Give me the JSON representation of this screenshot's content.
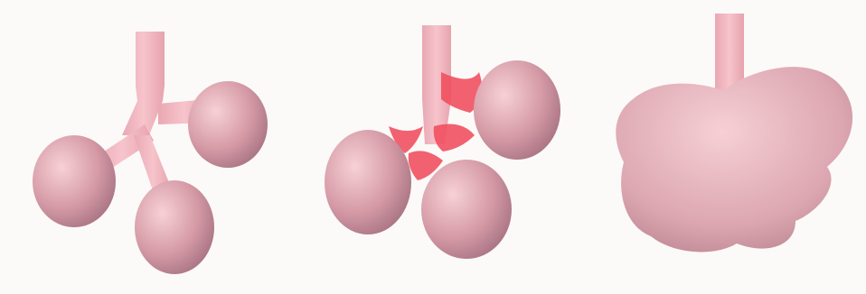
{
  "figure": {
    "panels": [
      {
        "id": "panel-1",
        "stage": "separate"
      },
      {
        "id": "panel-2",
        "stage": "contact"
      },
      {
        "id": "panel-3",
        "stage": "fused"
      }
    ],
    "colors": {
      "background": "#fbfaf8",
      "tissue_light": "#f7d1d6",
      "tissue_mid": "#d59aa6",
      "tissue_dark": "#9d6a7a",
      "duct": "#f2b7c0",
      "junction_red": "#f1505f"
    }
  }
}
